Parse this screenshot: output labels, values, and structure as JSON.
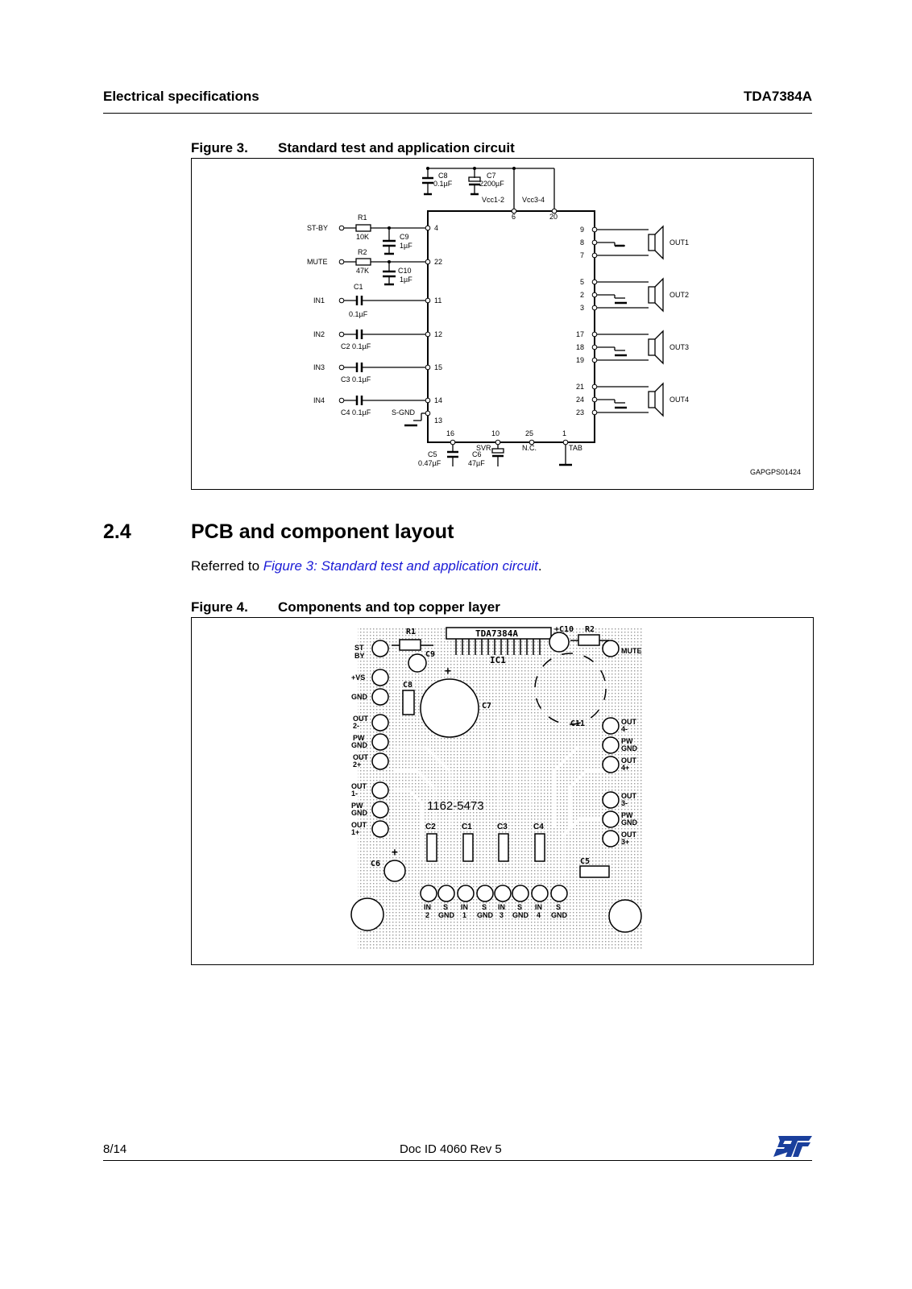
{
  "header": {
    "section": "Electrical specifications",
    "part": "TDA7384A"
  },
  "figure3": {
    "number": "Figure 3.",
    "title": "Standard test and application circuit",
    "code": "GAPGPS01424",
    "labels": {
      "c8": "C8",
      "c8v": "0.1µF",
      "c7": "C7",
      "c7v": "2200µF",
      "vcc12": "Vcc1-2",
      "vcc34": "Vcc3-4",
      "p6": "6",
      "p20": "20",
      "stby": "ST-BY",
      "r1": "R1",
      "r1v": "10K",
      "c9": "C9",
      "c9v": "1µF",
      "r2": "R2",
      "r2v": "47K",
      "mute": "MUTE",
      "c10": "C10",
      "c10v": "1µF",
      "c1": "C1",
      "in1": "IN1",
      "c1v": "0.1µF",
      "in2": "IN2",
      "c2": "C2 0.1µF",
      "in3": "IN3",
      "c3": "C3 0.1µF",
      "in4": "IN4",
      "c4": "C4 0.1µF",
      "sgnd": "S-GND",
      "p4": "4",
      "p22": "22",
      "p11": "11",
      "p12": "12",
      "p15": "15",
      "p14": "14",
      "p13": "13",
      "p9": "9",
      "p8": "8",
      "p7": "7",
      "p5": "5",
      "p2": "2",
      "p3": "3",
      "p17": "17",
      "p18": "18",
      "p19": "19",
      "p21": "21",
      "p24": "24",
      "p23": "23",
      "out1": "OUT1",
      "out2": "OUT2",
      "out3": "OUT3",
      "out4": "OUT4",
      "p16": "16",
      "p10": "10",
      "p25": "25",
      "p1": "1",
      "svr": "SVR",
      "nc": "N.C.",
      "tab": "TAB",
      "c5": "C5",
      "c5v": "0.47µF",
      "c6": "C6",
      "c6v": "47µF"
    }
  },
  "section": {
    "number": "2.4",
    "title": "PCB and component layout"
  },
  "reference": {
    "prefix": "Referred to ",
    "link": "Figure 3: Standard test and application circuit",
    "suffix": "."
  },
  "figure4": {
    "number": "Figure 4.",
    "title": "Components and top copper layer",
    "labels": {
      "r1": "R1",
      "ic": "TDA7384A",
      "c10": "+C10",
      "r2": "R2",
      "stby1": "ST",
      "stby2": "BY",
      "c9": "C9",
      "ic1": "IC1",
      "mute": "MUTE",
      "vs": "+VS",
      "gnd": "GND",
      "c8": "C8",
      "c7": "C7",
      "c11": "C11",
      "out2m1": "OUT",
      "out2m2": "2-",
      "out4m1": "OUT",
      "out4m2": "4-",
      "pwgnd1": "PW",
      "pwgnd2": "GND",
      "out2p1": "OUT",
      "out2p2": "2+",
      "out4p1": "OUT",
      "out4p2": "4+",
      "out1m1": "OUT",
      "out1m2": "1-",
      "out3m1": "OUT",
      "out3m2": "3-",
      "out1p1": "OUT",
      "out1p2": "1+",
      "out3p1": "OUT",
      "out3p2": "3+",
      "board": "1162-5473",
      "c2": "C2",
      "c1": "C1",
      "c3": "C3",
      "c4": "C4",
      "c6": "C6",
      "c5": "C5",
      "in2a": "IN",
      "in2b": "2",
      "sgndA": "S",
      "sgndB": "GND",
      "in1a": "IN",
      "in1b": "1",
      "in3a": "IN",
      "in3b": "3",
      "in4a": "IN",
      "in4b": "4",
      "plus": "+"
    }
  },
  "footer": {
    "page": "8/14",
    "doc": "Doc ID 4060 Rev 5",
    "logo": "st-logo"
  }
}
